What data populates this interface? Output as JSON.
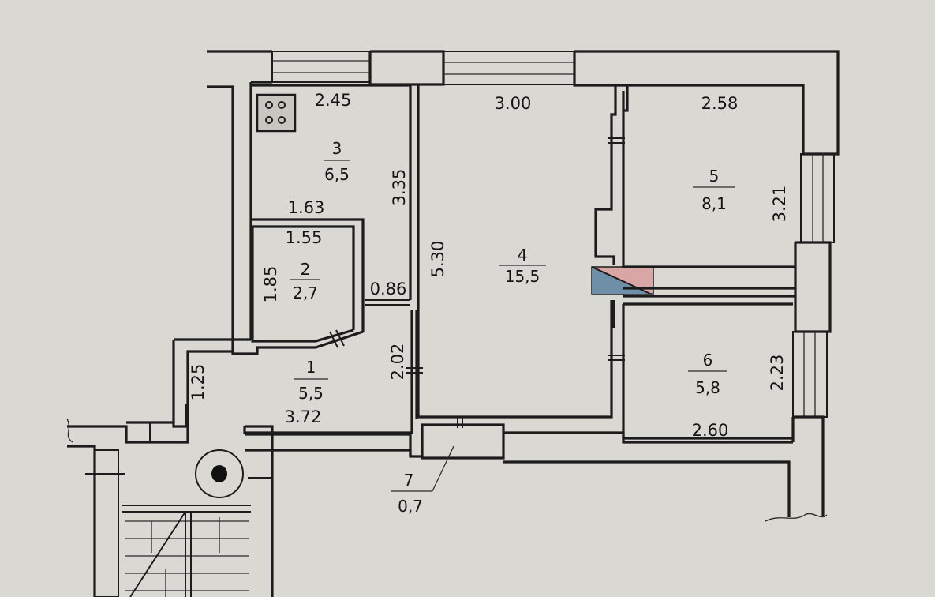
{
  "rooms": [
    {
      "id": "r1",
      "number": "1",
      "area": "5,5"
    },
    {
      "id": "r2",
      "number": "2",
      "area": "2,7"
    },
    {
      "id": "r3",
      "number": "3",
      "area": "6,5"
    },
    {
      "id": "r4",
      "number": "4",
      "area": "15,5"
    },
    {
      "id": "r5",
      "number": "5",
      "area": "8,1"
    },
    {
      "id": "r6",
      "number": "6",
      "area": "5,8"
    },
    {
      "id": "r7",
      "number": "7",
      "area": "0,7"
    }
  ],
  "dimensions": {
    "r3_width": "2.45",
    "r3_depth": "3.35",
    "r3_bottom": "1.63",
    "r2_width": "1.55",
    "r2_depth": "1.85",
    "hall_gap": "0.86",
    "r1_depth": "1.25",
    "r1_width": "3.72",
    "r1_side": "2.02",
    "r4_width": "3.00",
    "r4_depth": "5.30",
    "r5_width": "2.58",
    "r5_depth": "3.21",
    "r6_depth": "2.23",
    "r6_width": "2.60"
  },
  "colors": {
    "paper": "#d9d8d3",
    "ink": "#1c1c1c",
    "stove_fill": "#c7c6c0",
    "fixture_blue": "#6f8fa8",
    "fixture_red": "#d9a6a6"
  }
}
